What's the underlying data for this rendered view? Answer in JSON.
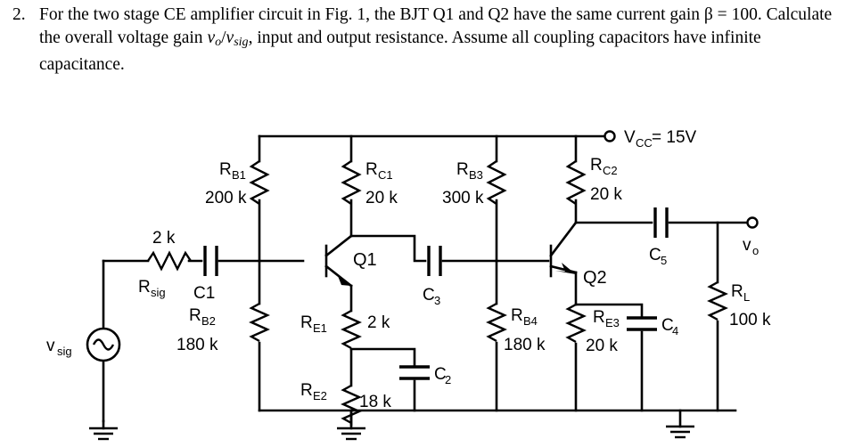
{
  "problem": {
    "number": "2.",
    "line1_a": "For the two stage CE amplifier circuit in Fig. 1, the BJT Q1 and Q2 have the same current gain β =",
    "line2_a": "100. Calculate the overall voltage gain ",
    "line2_sym_v": "v",
    "line2_sym_o": "o",
    "line2_slash": "/",
    "line2_sym_v2": "v",
    "line2_sym_sig": "sig",
    "line2_b": ", input and output resistance. Assume all coupling",
    "line3": "capacitors have infinite capacitance."
  },
  "circuit": {
    "title": "two-stage-ce-amplifier",
    "supply": {
      "label_main": "V",
      "label_sub": "CC",
      "label_value": " = 15V"
    },
    "source": {
      "name_main": "v",
      "name_sub": "sig"
    },
    "output": {
      "name_main": "v",
      "name_sub": "o"
    },
    "resistors": [
      {
        "id": "Rsig",
        "name_main": "R",
        "name_sub": "sig",
        "value": "2 k",
        "orientation": "horizontal"
      },
      {
        "id": "RB1",
        "name_main": "R",
        "name_sub": "B1",
        "value": "200 k",
        "orientation": "vertical"
      },
      {
        "id": "RB2",
        "name_main": "R",
        "name_sub": "B2",
        "value": "180 k",
        "orientation": "vertical"
      },
      {
        "id": "RC1",
        "name_main": "R",
        "name_sub": "C1",
        "value": "20 k",
        "orientation": "vertical"
      },
      {
        "id": "RE1",
        "name_main": "R",
        "name_sub": "E1",
        "value": "2 k",
        "orientation": "vertical"
      },
      {
        "id": "RE2",
        "name_main": "R",
        "name_sub": "E2",
        "value": "18 k",
        "orientation": "vertical"
      },
      {
        "id": "RB3",
        "name_main": "R",
        "name_sub": "B3",
        "value": "300 k",
        "orientation": "vertical"
      },
      {
        "id": "RB4",
        "name_main": "R",
        "name_sub": "B4",
        "value": "180 k",
        "orientation": "vertical"
      },
      {
        "id": "RC2",
        "name_main": "R",
        "name_sub": "C2",
        "value": "20 k",
        "orientation": "vertical"
      },
      {
        "id": "RE3",
        "name_main": "R",
        "name_sub": "E3",
        "value": "20 k",
        "orientation": "vertical"
      },
      {
        "id": "RL",
        "name_main": "R",
        "name_sub": "L",
        "value": "100 k",
        "orientation": "vertical"
      }
    ],
    "capacitors": [
      {
        "id": "C1",
        "name_main": "C1",
        "name_sub": "",
        "orientation": "horizontal"
      },
      {
        "id": "C2",
        "name_main": "C",
        "name_sub": "2",
        "orientation": "vertical"
      },
      {
        "id": "C3",
        "name_main": "C",
        "name_sub": "3",
        "orientation": "horizontal"
      },
      {
        "id": "C4",
        "name_main": "C",
        "name_sub": "4",
        "orientation": "vertical"
      },
      {
        "id": "C5",
        "name_main": "C",
        "name_sub": "5",
        "orientation": "horizontal"
      }
    ],
    "transistors": [
      {
        "id": "Q1",
        "label": "Q1",
        "type": "npn"
      },
      {
        "id": "Q2",
        "label": "Q2",
        "type": "npn"
      }
    ],
    "grounds": [
      "ground-source",
      "ground-stage1",
      "ground-stage2"
    ],
    "colors": {
      "wire": "#000000",
      "background": "#ffffff",
      "text": "#000000"
    }
  }
}
